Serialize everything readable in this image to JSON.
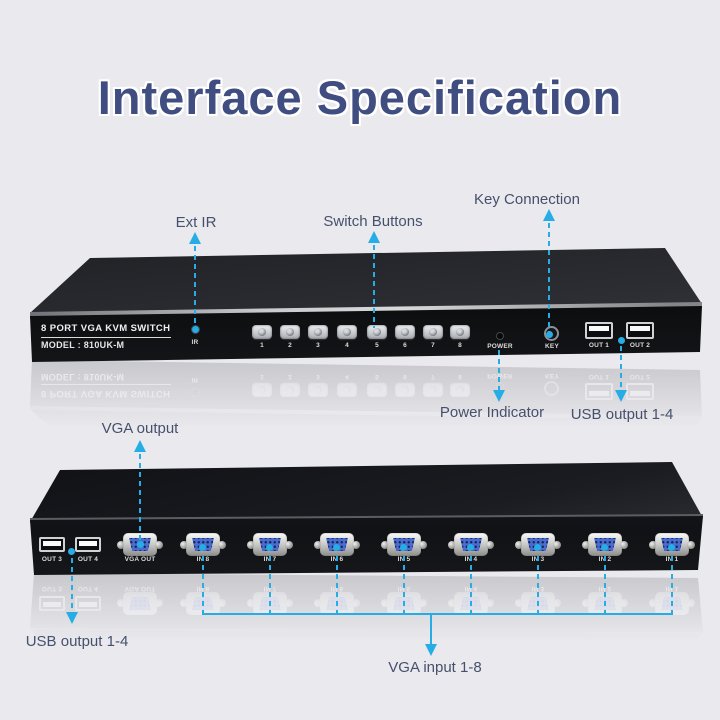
{
  "title": "Interface Specification",
  "colors": {
    "accent_cyan": "#27ade6",
    "title_blue": "#3f4d80",
    "label_dark": "#46506c",
    "background": "#eaeaee",
    "vga_connector_blue": "#4a6bd0"
  },
  "callouts": {
    "ext_ir": "Ext IR",
    "switch_buttons": "Switch Buttons",
    "key_connection": "Key Connection",
    "power_indicator": "Power Indicator",
    "usb_output_front": "USB output 1-4",
    "vga_output": "VGA output",
    "usb_output_rear": "USB output 1-4",
    "vga_input": "VGA input 1-8"
  },
  "front_panel": {
    "product_name": "8 PORT VGA KVM SWITCH",
    "model": "MODEL : 810UK-M",
    "ir_label": "IR",
    "buttons": [
      "1",
      "2",
      "3",
      "4",
      "5",
      "6",
      "7",
      "8"
    ],
    "power_label": "POWER",
    "key_label": "KEY",
    "usb_ports": [
      "OUT 1",
      "OUT 2"
    ]
  },
  "rear_panel": {
    "usb_ports": [
      "OUT 3",
      "OUT 4"
    ],
    "vga_out_label": "VGA OUT",
    "vga_in_labels": [
      "IN 8",
      "IN 7",
      "IN 6",
      "IN 5",
      "IN 4",
      "IN 3",
      "IN 2",
      "IN 1"
    ]
  }
}
